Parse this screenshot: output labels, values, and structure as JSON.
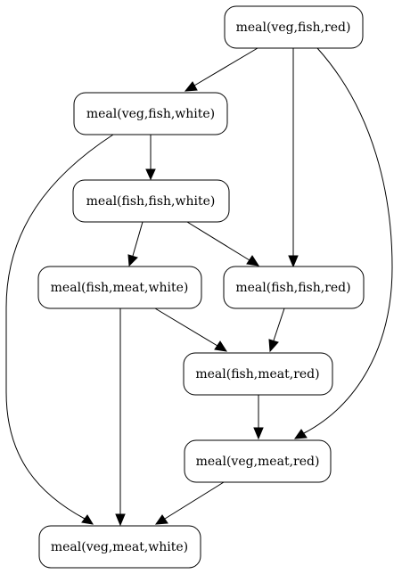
{
  "diagram": {
    "nodes": [
      {
        "id": "n1",
        "label": "meal(veg,fish,red)"
      },
      {
        "id": "n2",
        "label": "meal(veg,fish,white)"
      },
      {
        "id": "n3",
        "label": "meal(fish,fish,white)"
      },
      {
        "id": "n4",
        "label": "meal(fish,meat,white)"
      },
      {
        "id": "n5",
        "label": "meal(fish,fish,red)"
      },
      {
        "id": "n6",
        "label": "meal(fish,meat,red)"
      },
      {
        "id": "n7",
        "label": "meal(veg,meat,red)"
      },
      {
        "id": "n8",
        "label": "meal(veg,meat,white)"
      }
    ],
    "edges": [
      {
        "id": "e1",
        "from": "n1",
        "to": "n2"
      },
      {
        "id": "e2",
        "from": "n1",
        "to": "n5"
      },
      {
        "id": "e3",
        "from": "n1",
        "to": "n7"
      },
      {
        "id": "e4",
        "from": "n2",
        "to": "n3"
      },
      {
        "id": "e5",
        "from": "n2",
        "to": "n8"
      },
      {
        "id": "e6",
        "from": "n3",
        "to": "n4"
      },
      {
        "id": "e7",
        "from": "n3",
        "to": "n5"
      },
      {
        "id": "e8",
        "from": "n4",
        "to": "n6"
      },
      {
        "id": "e9",
        "from": "n4",
        "to": "n8"
      },
      {
        "id": "e10",
        "from": "n5",
        "to": "n6"
      },
      {
        "id": "e11",
        "from": "n6",
        "to": "n7"
      },
      {
        "id": "e12",
        "from": "n7",
        "to": "n8"
      }
    ]
  }
}
